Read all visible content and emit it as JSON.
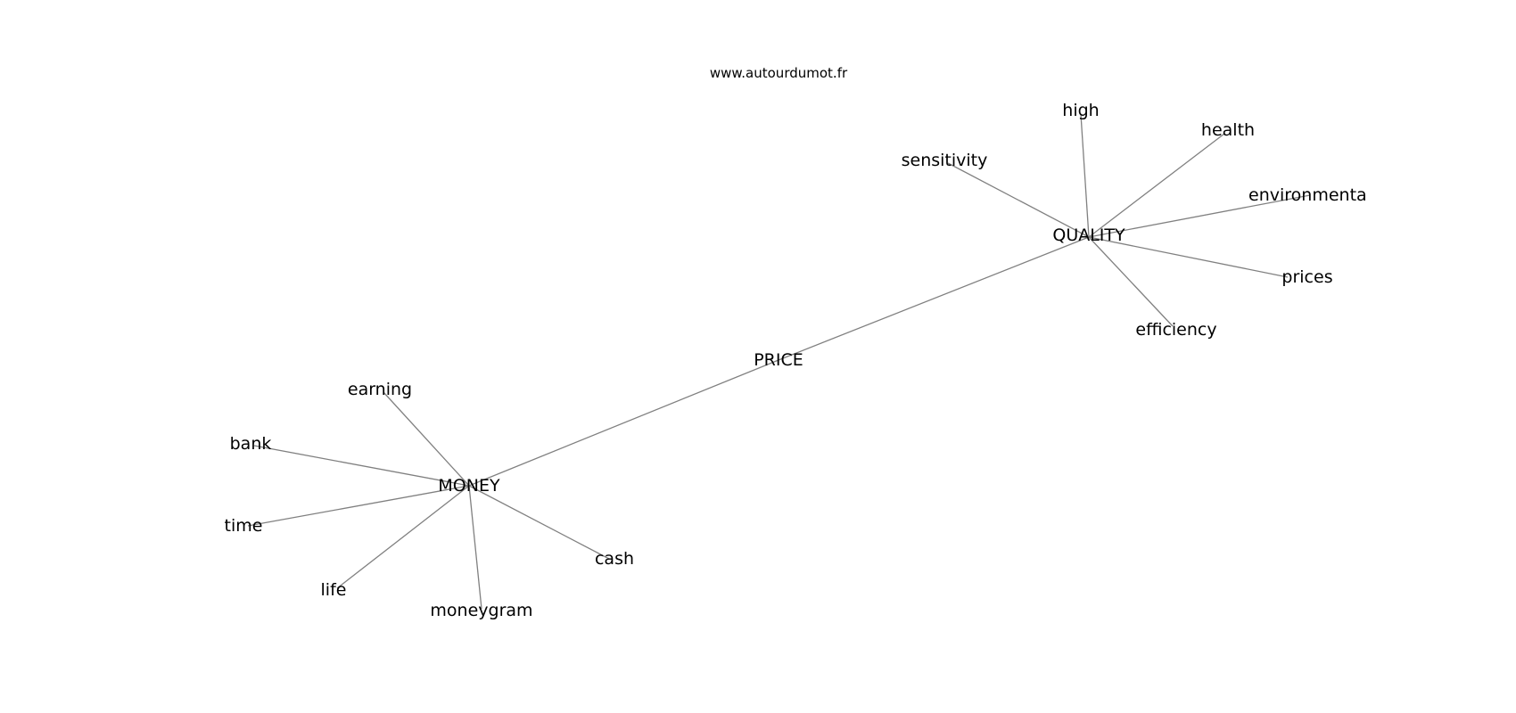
{
  "source": "www.autourdumot.fr",
  "nodes": [
    {
      "id": "price",
      "label": "PRICE"
    },
    {
      "id": "money",
      "label": "MONEY"
    },
    {
      "id": "quality",
      "label": "QUALITY"
    },
    {
      "id": "earning",
      "label": "earning"
    },
    {
      "id": "bank",
      "label": "bank"
    },
    {
      "id": "time",
      "label": "time"
    },
    {
      "id": "life",
      "label": "life"
    },
    {
      "id": "moneygram",
      "label": "moneygram"
    },
    {
      "id": "cash",
      "label": "cash"
    },
    {
      "id": "high",
      "label": "high"
    },
    {
      "id": "health",
      "label": "health"
    },
    {
      "id": "sensitivity",
      "label": "sensitivity"
    },
    {
      "id": "environmental",
      "label": "environmental"
    },
    {
      "id": "prices",
      "label": "prices"
    },
    {
      "id": "efficiency",
      "label": "efficiency"
    }
  ],
  "edges": [
    [
      "price",
      "money"
    ],
    [
      "price",
      "quality"
    ],
    [
      "money",
      "earning"
    ],
    [
      "money",
      "bank"
    ],
    [
      "money",
      "time"
    ],
    [
      "money",
      "life"
    ],
    [
      "money",
      "moneygram"
    ],
    [
      "money",
      "cash"
    ],
    [
      "quality",
      "high"
    ],
    [
      "quality",
      "health"
    ],
    [
      "quality",
      "sensitivity"
    ],
    [
      "quality",
      "environmental"
    ],
    [
      "quality",
      "prices"
    ],
    [
      "quality",
      "efficiency"
    ]
  ]
}
